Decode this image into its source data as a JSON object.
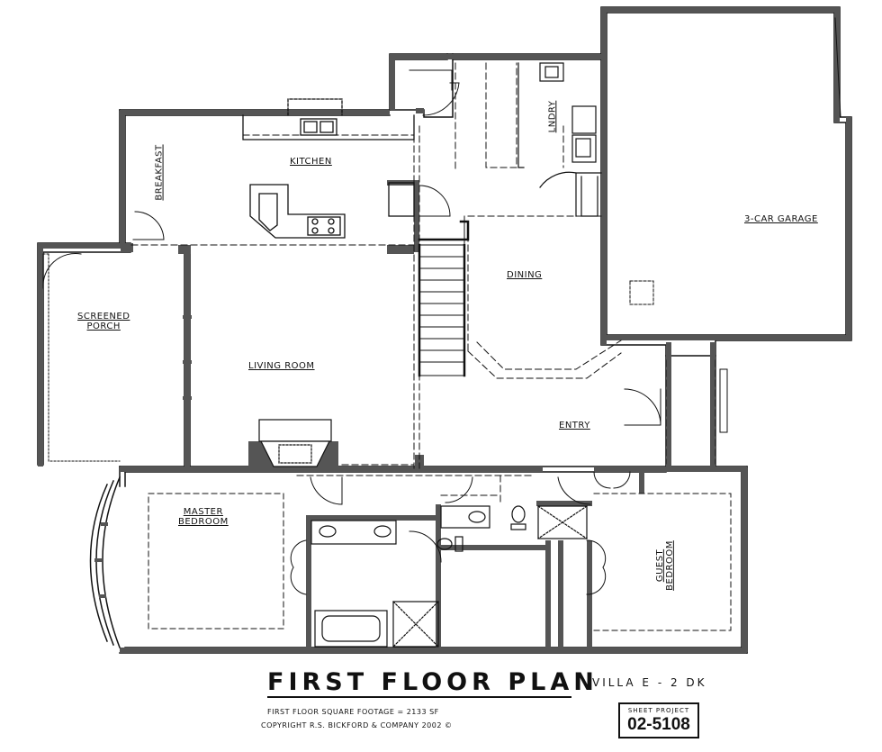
{
  "rooms": {
    "kitchen": "KITCHEN",
    "breakfast": "BREAKFAST",
    "laundry": "LNDRY",
    "garage": "3-CAR GARAGE",
    "dining": "DINING",
    "screened_porch_1": "SCREENED",
    "screened_porch_2": "PORCH",
    "living_room": "LIVING ROOM",
    "entry": "ENTRY",
    "master_bedroom_1": "MASTER",
    "master_bedroom_2": "BEDROOM",
    "guest_bedroom_1": "GUEST",
    "guest_bedroom_2": "BEDROOM"
  },
  "title_block": {
    "title": "FIRST FLOOR PLAN",
    "subtitle": "VILLA E - 2 DK",
    "footage": "FIRST FLOOR SQUARE FOOTAGE = 2133 SF",
    "copyright": "COPYRIGHT R.S. BICKFORD & COMPANY 2002 ©",
    "sheet_header": "SHEET  PROJECT",
    "sheet_number": "02-5108"
  }
}
